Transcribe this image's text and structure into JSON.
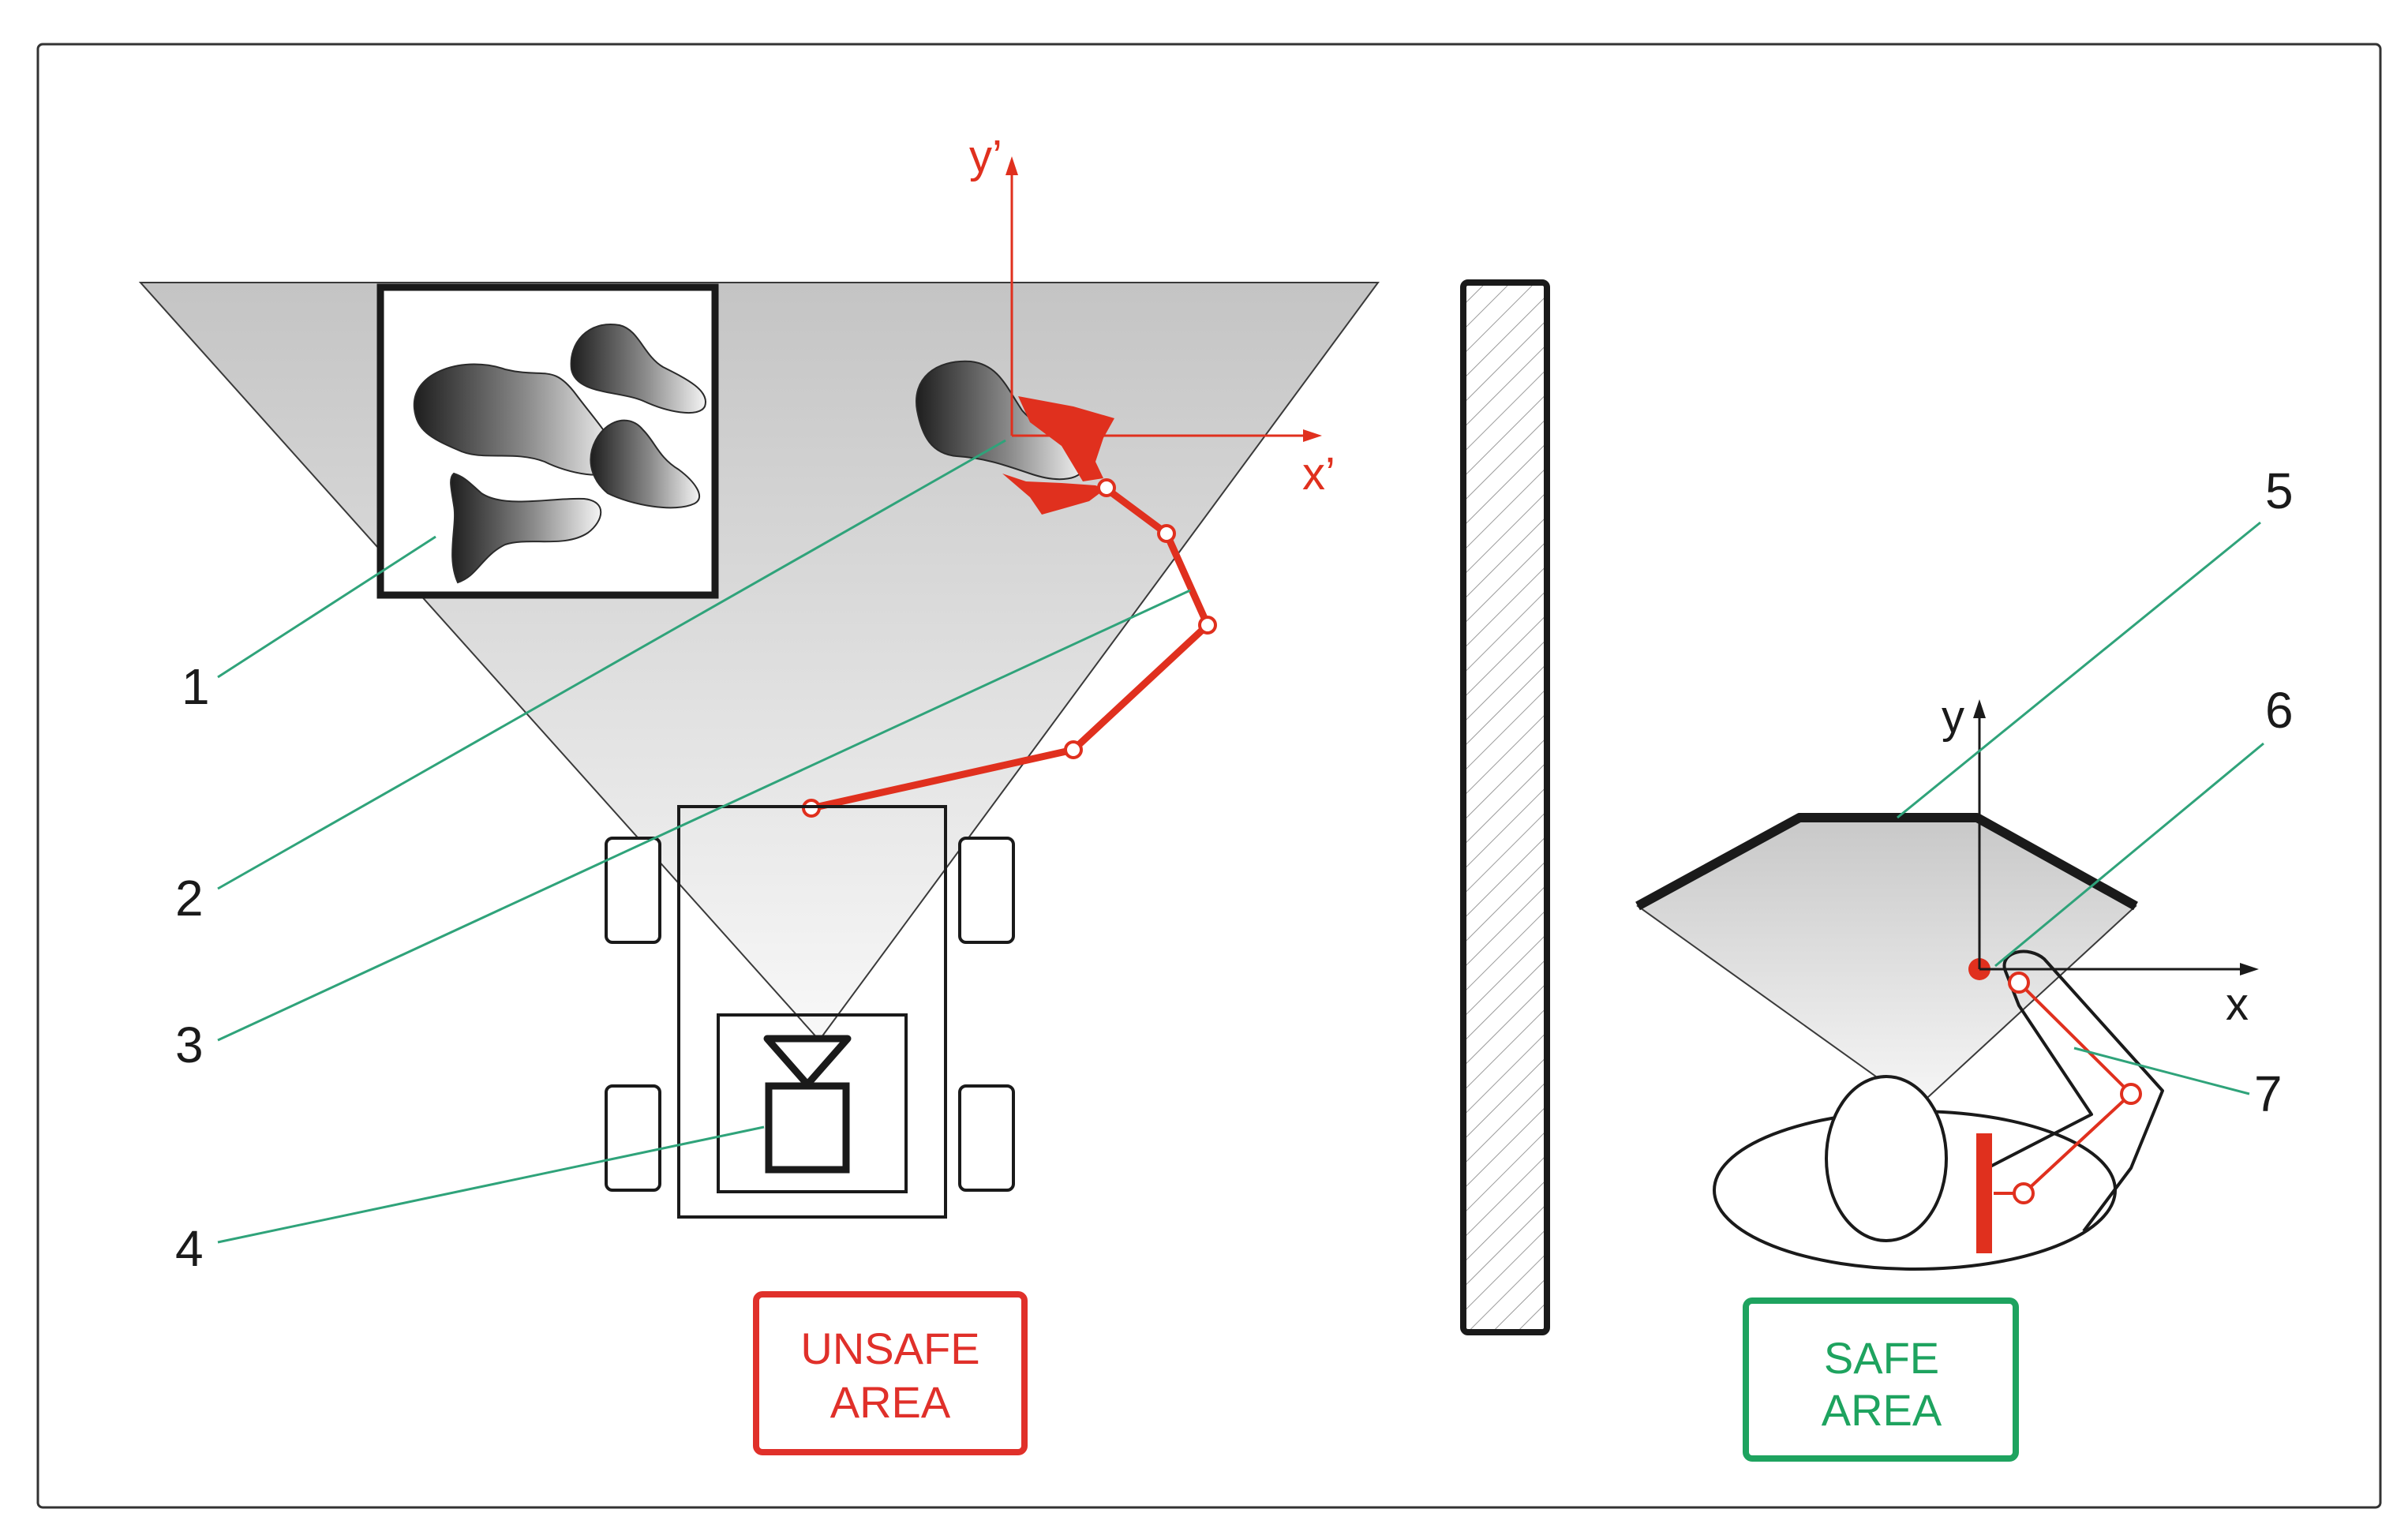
{
  "labels": {
    "n1": "1",
    "n2": "2",
    "n3": "3",
    "n4": "4",
    "n5": "5",
    "n6": "6",
    "n7": "7"
  },
  "axes": {
    "unsafe_x": "x’",
    "unsafe_y": "y’",
    "safe_x": "x",
    "safe_y": "y"
  },
  "areas": {
    "unsafe_line1": "UNSAFE",
    "unsafe_line2": "AREA",
    "safe_line1": "SAFE",
    "safe_line2": "AREA"
  },
  "colors": {
    "robot_red": "#e0301e",
    "leader_green": "#2fa37a",
    "unsafe_border": "#e0302a",
    "unsafe_text": "#e0302a",
    "safe_border": "#1ea35f",
    "safe_text": "#1ea35f",
    "outline": "#1a1a1a"
  }
}
